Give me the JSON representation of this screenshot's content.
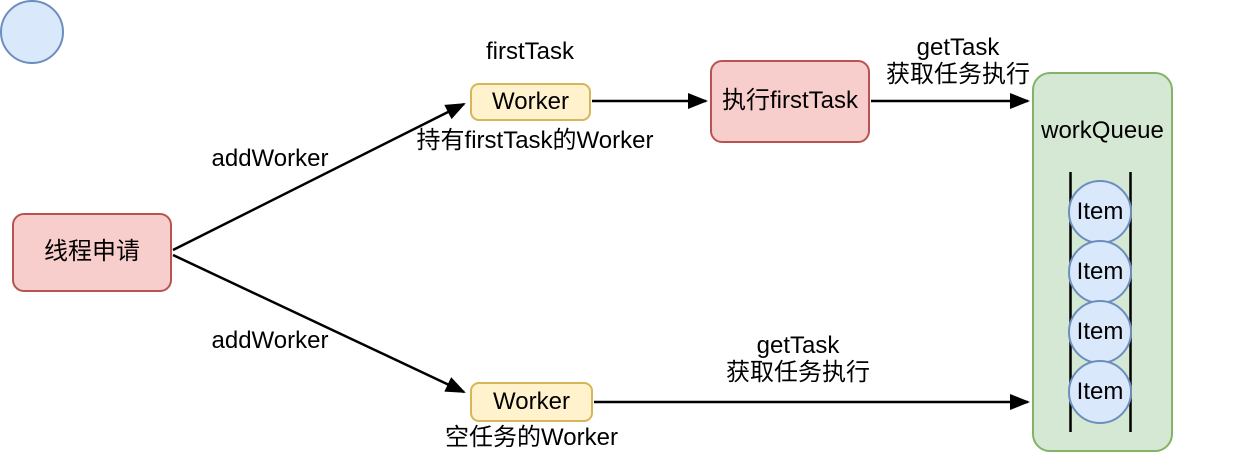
{
  "colors": {
    "background": "#ffffff",
    "line": "#000000",
    "text": "#000000",
    "pink_fill": "#f8cecc",
    "pink_stroke": "#b85450",
    "yellow_fill": "#fff2cc",
    "yellow_stroke": "#d6b656",
    "blue_fill": "#dae8fc",
    "blue_stroke": "#6c8ebf",
    "green_fill": "#d5e8d4",
    "green_stroke": "#82b366"
  },
  "nodes": {
    "thread_request": {
      "label": "线程申请"
    },
    "first_task": {
      "label": "firstTask"
    },
    "worker_top": {
      "label": "Worker",
      "caption": "持有firstTask的Worker"
    },
    "execute_first_task": {
      "label": "执行firstTask"
    },
    "worker_bottom": {
      "label": "Worker",
      "caption": "空任务的Worker"
    },
    "work_queue": {
      "label": "workQueue",
      "items": [
        "Item",
        "Item",
        "Item",
        "Item"
      ]
    }
  },
  "edges": {
    "add_worker_top": {
      "label": "addWorker"
    },
    "add_worker_bottom": {
      "label": "addWorker"
    },
    "get_task_top": {
      "line1": "getTask",
      "line2": "获取任务执行"
    },
    "get_task_bottom": {
      "line1": "getTask",
      "line2": "获取任务执行"
    }
  }
}
